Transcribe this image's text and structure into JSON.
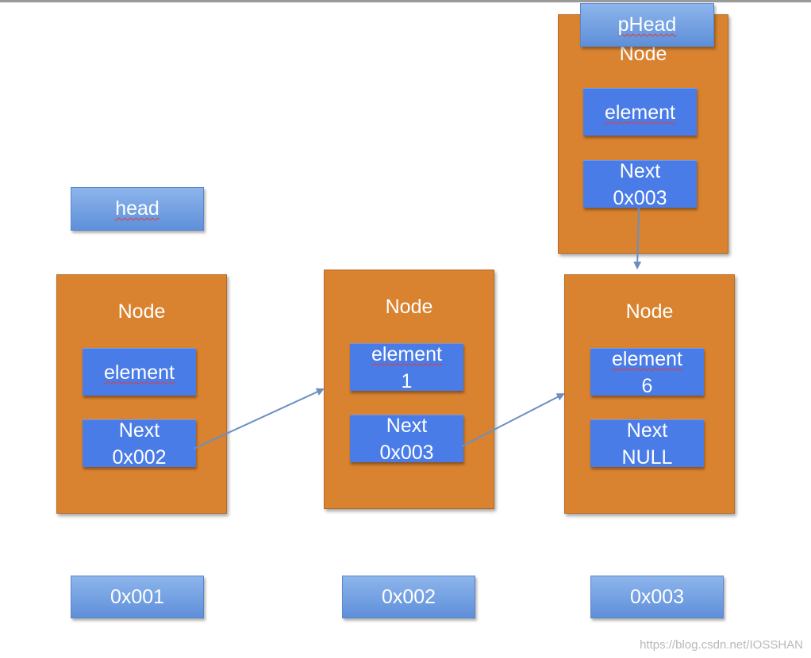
{
  "nodes": [
    {
      "title": "Node",
      "element": [
        "element"
      ],
      "next": [
        "Next",
        "0x002"
      ]
    },
    {
      "title": "Node",
      "element": [
        "element",
        "1"
      ],
      "next": [
        "Next",
        "0x003"
      ]
    },
    {
      "title": "Node",
      "element": [
        "element",
        "6"
      ],
      "next": [
        "Next",
        "NULL"
      ]
    },
    {
      "title": "Node",
      "element": [
        "element"
      ],
      "next": [
        "Next",
        "0x003"
      ]
    }
  ],
  "labels": {
    "head": "head",
    "phead": "pHead",
    "addr1": "0x001",
    "addr2": "0x002",
    "addr3": "0x003"
  },
  "colors": {
    "node": "#d9822f",
    "field": "#4a7ce8",
    "label": "#6f9ee0",
    "arrow": "#6b8fc3"
  },
  "watermark": "https://blog.csdn.net/IOSSHAN"
}
